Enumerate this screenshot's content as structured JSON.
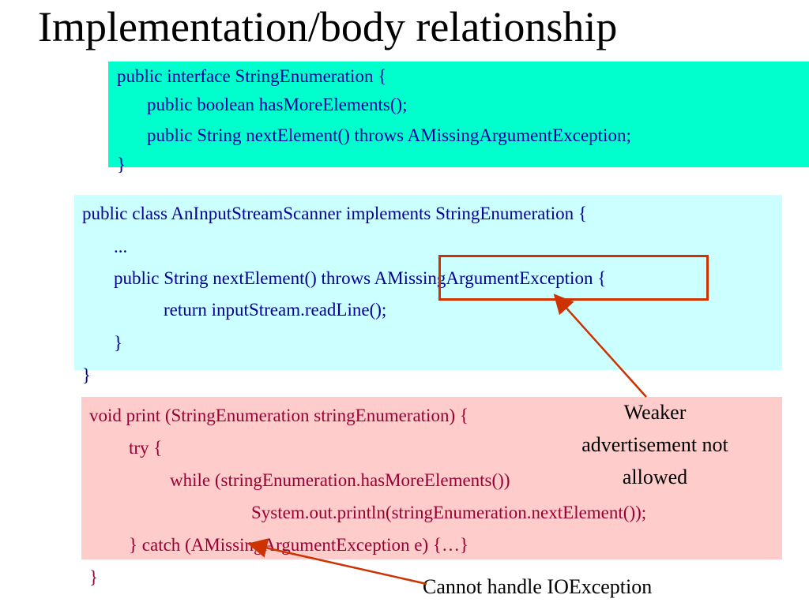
{
  "title": "Implementation/body relationship",
  "interface_block": {
    "line1": "public interface StringEnumeration {",
    "line2": "public boolean hasMoreElements();",
    "line3": "public String nextElement() throws AMissingArgumentException;",
    "line4": "}"
  },
  "class_block": {
    "line1": "public class AnInputStreamScanner implements StringEnumeration {",
    "line2": "...",
    "line3": "public String nextElement()  throws AMissingArgumentException {",
    "line4": "return inputStream.readLine();",
    "line5": "}",
    "line6": "}"
  },
  "print_block": {
    "line1": "void print (StringEnumeration stringEnumeration) {",
    "line2": "try {",
    "line3": "while (stringEnumeration.hasMoreElements())",
    "line4": "System.out.println(stringEnumeration.nextElement());",
    "line5": "} catch (AMissingArgumentException e) {…}",
    "line6": "}"
  },
  "callouts": {
    "weaker_line1": "Weaker",
    "weaker_line2": "advertisement not",
    "weaker_line3": "allowed",
    "cannot": "Cannot handle IOException"
  },
  "colors": {
    "interface_bg": "#00ffcc",
    "class_bg": "#ccffff",
    "print_bg": "#ffcccc",
    "code_blue": "#000099",
    "code_red": "#990033",
    "annotation": "#cc3300"
  }
}
